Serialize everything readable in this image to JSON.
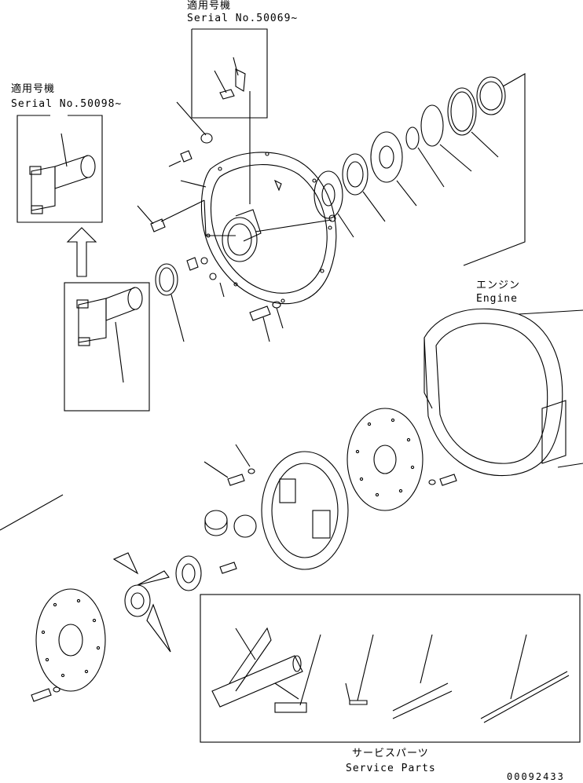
{
  "labels": {
    "serial_top_jp": "適用号機",
    "serial_top": "Serial No.50069~",
    "serial_left_jp": "適用号機",
    "serial_left": "Serial No.50098~",
    "engine_jp": "エンジン",
    "engine": "Engine",
    "service_jp": "サービスパーツ",
    "service": "Service Parts",
    "drawing_no": "00092433"
  }
}
